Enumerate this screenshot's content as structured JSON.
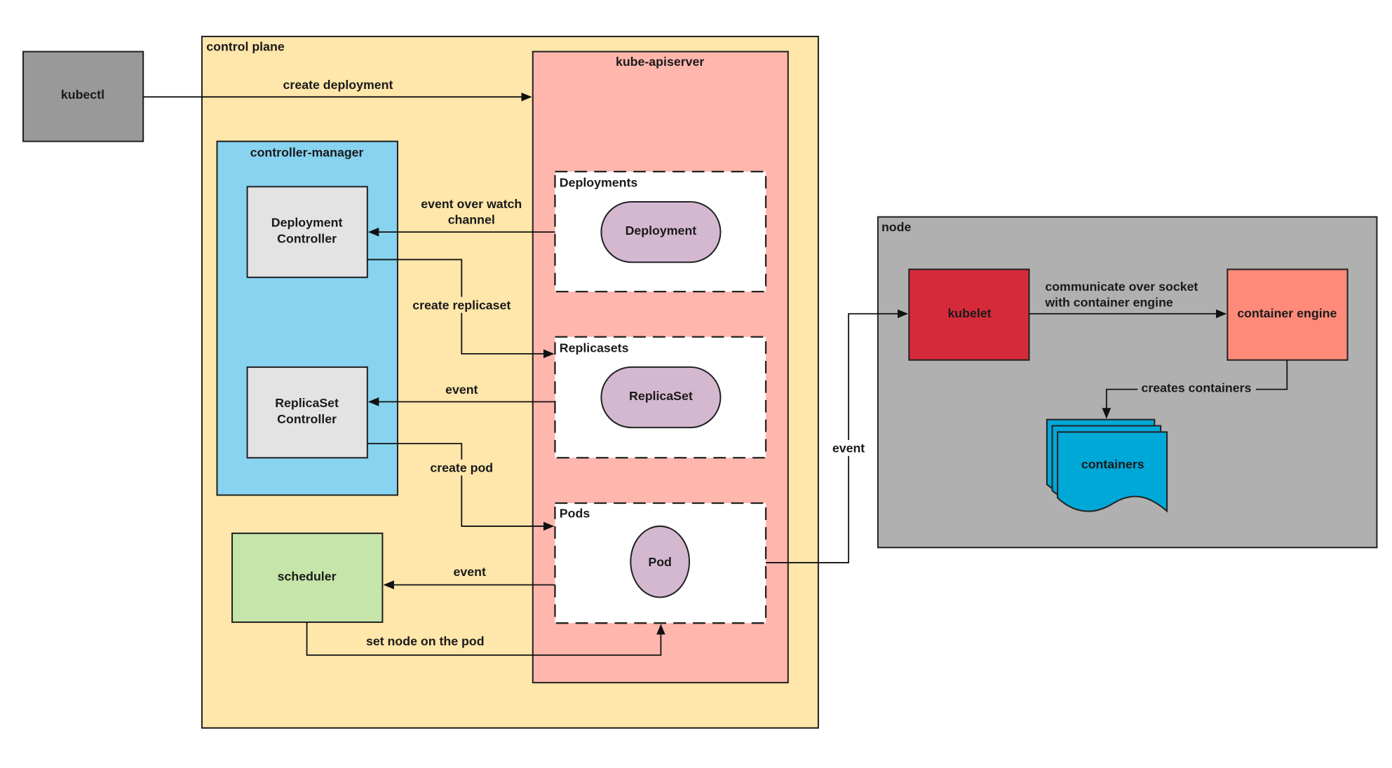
{
  "colors": {
    "kubectl": "#999999",
    "control_plane": "#FFE6AA",
    "apiserver": "#FFB6AD",
    "controller_manager": "#87D3F0",
    "controller": "#E3E3E3",
    "scheduler": "#C5E5AA",
    "resource": "#D4B8D0",
    "node": "#B0B0B0",
    "kubelet": "#D62A3A",
    "container_engine": "#FF8A7A",
    "containers": "#00A8D8"
  },
  "nodes": {
    "kubectl": "kubectl",
    "control_plane": "control plane",
    "kube_apiserver": "kube-apiserver",
    "controller_manager": "controller-manager",
    "deployment_controller": [
      "Deployment",
      "Controller"
    ],
    "replicaset_controller": [
      "ReplicaSet",
      "Controller"
    ],
    "scheduler": "scheduler",
    "deployments_group": "Deployments",
    "deployment": "Deployment",
    "replicasets_group": "Replicasets",
    "replicaset": "ReplicaSet",
    "pods_group": "Pods",
    "pod": "Pod",
    "node": "node",
    "kubelet": "kubelet",
    "container_engine": "container engine",
    "containers": "containers"
  },
  "edges": {
    "create_deployment": "create deployment",
    "event_over_watch": [
      "event over watch",
      "channel"
    ],
    "create_replicaset": "create replicaset",
    "rs_event": "event",
    "create_pod": "create pod",
    "scheduler_event": "event",
    "set_node": "set node on the pod",
    "pod_event": "event",
    "communicate": [
      "communicate over socket",
      "with container engine"
    ],
    "creates_containers": "creates containers"
  }
}
